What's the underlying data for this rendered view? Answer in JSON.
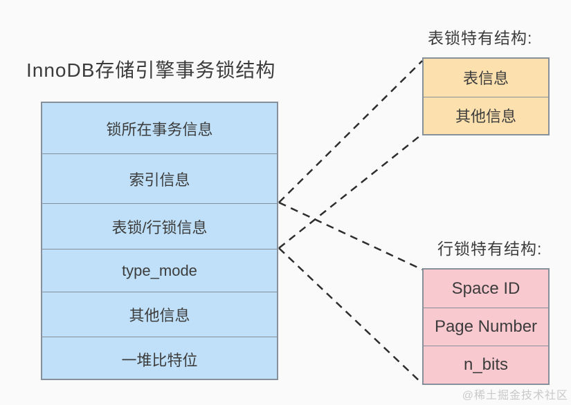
{
  "title": "InnoDB存储引擎事务锁结构",
  "main_table": {
    "rows": [
      "锁所在事务信息",
      "索引信息",
      "表锁/行锁信息",
      "type_mode",
      "其他信息",
      "一堆比特位"
    ]
  },
  "table_lock": {
    "label": "表锁特有结构:",
    "rows": [
      "表信息",
      "其他信息"
    ]
  },
  "row_lock": {
    "label": "行锁特有结构:",
    "rows": [
      "Space ID",
      "Page Number",
      "n_bits"
    ]
  },
  "watermark": "@稀土掘金技术社区",
  "colors": {
    "canvas-bg": "#fafafa",
    "blue-fill": "#bfe0f8",
    "orange-fill": "#fce0ae",
    "pink-fill": "#f9c9d0",
    "box-border": "#85909a",
    "line-color": "#2d2d2d",
    "text-color": "#3c3c3c",
    "watermark-color": "#c9c9c9"
  }
}
